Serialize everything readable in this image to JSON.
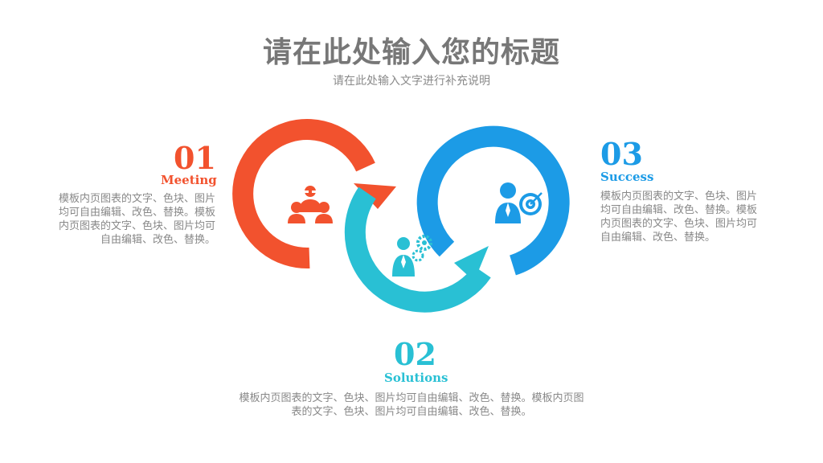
{
  "header": {
    "title": "请在此处输入您的标题",
    "subtitle": "请在此处输入文字进行补充说明"
  },
  "colors": {
    "orange": "#f2522e",
    "cyan": "#29c0d4",
    "blue": "#1c9be6",
    "text_gray": "#888888",
    "title_gray": "#777777"
  },
  "steps": [
    {
      "number": "01",
      "label": "Meeting",
      "description": "模板内页图表的文字、色块、图片均可自由编辑、改色、替换。模板内页图表的文字、色块、图片均可自由编辑、改色、替换。",
      "icon": "meeting-people-icon"
    },
    {
      "number": "02",
      "label": "Solutions",
      "description": "模板内页图表的文字、色块、图片均可自由编辑、改色、替换。模板内页图表的文字、色块、图片均可自由编辑、改色、替换。",
      "icon": "person-gears-icon"
    },
    {
      "number": "03",
      "label": "Success",
      "description": "模板内页图表的文字、色块、图片均可自由编辑、改色、替换。模板内页图表的文字、色块、图片均可自由编辑、改色、替换。",
      "icon": "person-target-icon"
    }
  ]
}
